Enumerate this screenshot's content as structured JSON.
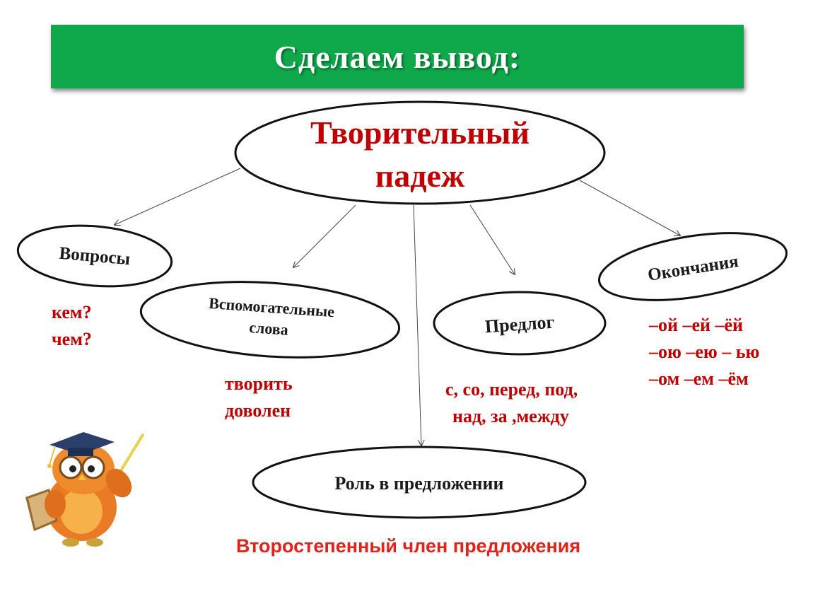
{
  "title": "Сделаем вывод:",
  "center": {
    "line1": "Творительный",
    "line2": "падеж"
  },
  "nodes": {
    "questions": "Вопросы",
    "auxiliary_line1": "Вспомогательные",
    "auxiliary_line2": "слова",
    "preposition": "Предлог",
    "endings": "Окончания",
    "role": "Роль в предложении"
  },
  "details": {
    "questions": [
      "кем?",
      "чем?"
    ],
    "auxiliary": [
      "творить",
      "доволен"
    ],
    "preposition": [
      "с, со, перед, под,",
      "над, за ,между"
    ],
    "endings": [
      "–ой –ей –ёй",
      "–ою –ею – ью",
      "–ом –ем –ём"
    ]
  },
  "role_answer": "Второстепенный  член предложения",
  "colors": {
    "banner": "#0fa84a",
    "accent_red": "#c00000",
    "note_red": "#e0241b"
  },
  "mascot": "owl-teacher-illustration"
}
